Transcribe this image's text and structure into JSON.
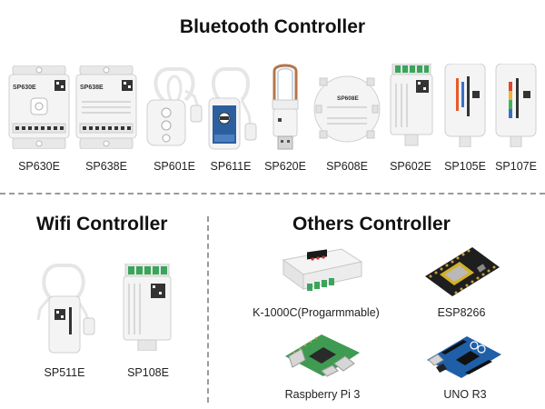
{
  "sections": {
    "bluetooth": {
      "title": "Bluetooth Controller",
      "items": [
        "SP630E",
        "SP638E",
        "SP601E",
        "SP611E",
        "SP620E",
        "SP608E",
        "SP602E",
        "SP105E",
        "SP107E"
      ]
    },
    "wifi": {
      "title": "Wifi Controller",
      "items": [
        "SP511E",
        "SP108E"
      ]
    },
    "others": {
      "title": "Others Controller",
      "items": [
        "K-1000C(Progarmmable)",
        "ESP8266",
        "Raspberry Pi 3",
        "UNO R3"
      ]
    }
  },
  "device_printing": {
    "sp630e": "SP630E",
    "sp638e": "SP638E",
    "sp608e": "SP608E"
  },
  "colors": {
    "title": "#111111",
    "divider": "#9a9a9a",
    "device_body": "#f4f4f4",
    "terminal_green": "#3aa55a",
    "arduino_blue": "#1f5fa8",
    "pi_green": "#3f9a52",
    "esp_black": "#1e1e1e"
  }
}
